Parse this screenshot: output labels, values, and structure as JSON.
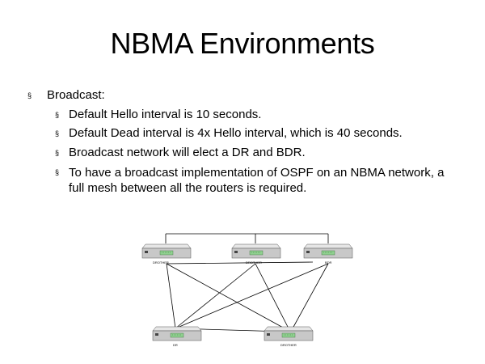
{
  "slide": {
    "title": "NBMA Environments"
  },
  "bullets": {
    "level1": "Broadcast:",
    "bullet_glyph": "§",
    "level2": [
      "Default Hello interval is 10 seconds.",
      "Default Dead interval is 4x Hello interval, which is 40 seconds.",
      "Broadcast network will elect a DR and BDR.",
      "To have a broadcast implementation of OSPF on an NBMA network, a full mesh between all the routers is required."
    ]
  },
  "diagram": {
    "routers": [
      {
        "id": "r1",
        "label": "DROTHER"
      },
      {
        "id": "r2",
        "label": "DROTHER"
      },
      {
        "id": "r3",
        "label": "BDR"
      },
      {
        "id": "r4",
        "label": "DR"
      },
      {
        "id": "r5",
        "label": "DROTHER"
      }
    ],
    "links": [
      [
        "r1",
        "r4"
      ],
      [
        "r1",
        "r5"
      ],
      [
        "r1",
        "r3"
      ],
      [
        "r2",
        "r4"
      ],
      [
        "r2",
        "r5"
      ],
      [
        "r3",
        "r4"
      ],
      [
        "r3",
        "r5"
      ],
      [
        "r4",
        "r5"
      ]
    ],
    "colors": {
      "router_body": "#c8c8c8",
      "router_top": "#e6e6e6",
      "port_led": "#8fd08f",
      "line": "#000000"
    }
  }
}
